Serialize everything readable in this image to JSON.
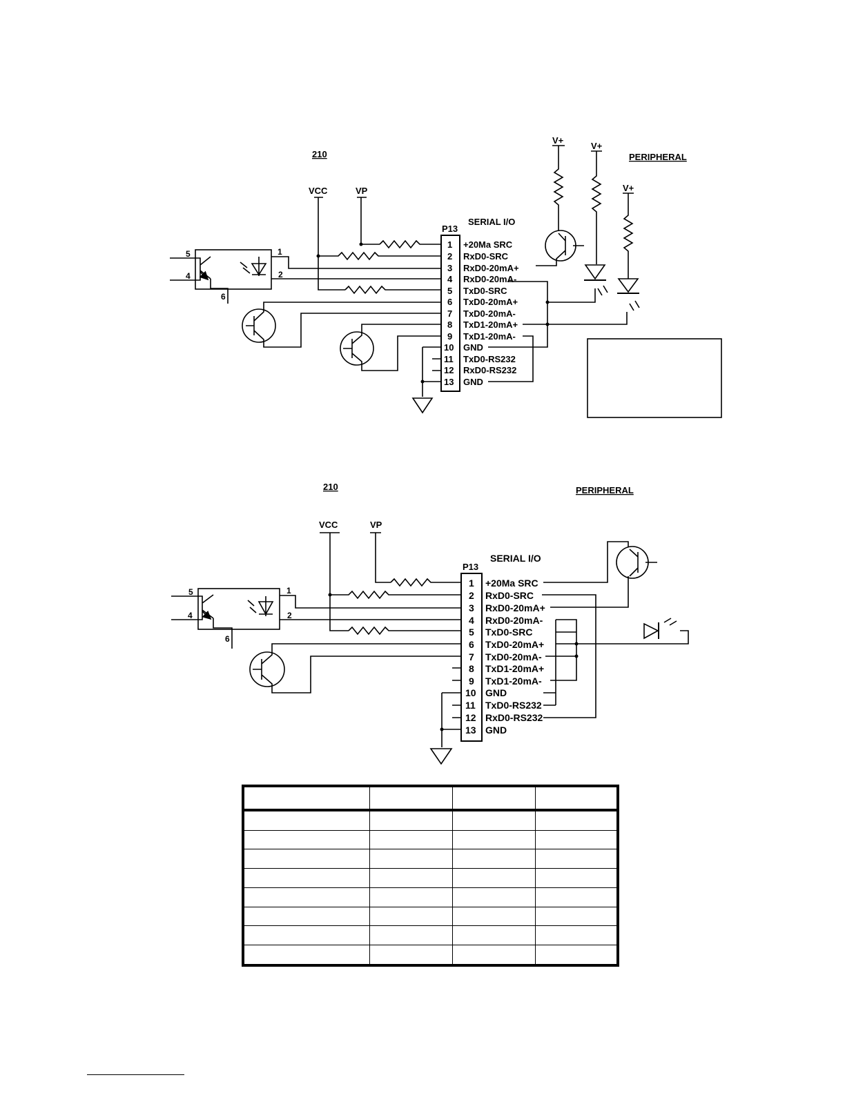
{
  "diagram_top": {
    "board_label": "210",
    "peripheral_label": "PERIPHERAL",
    "vcc_label": "VCC",
    "vp_label": "VP",
    "connector_label": "P13",
    "serial_label": "SERIAL I/O",
    "vplus_labels": [
      "V+",
      "V+",
      "V+"
    ],
    "opto_pins": [
      "5",
      "4",
      "6",
      "1",
      "2"
    ],
    "pins": [
      {
        "num": "1",
        "name": "+20Ma SRC"
      },
      {
        "num": "2",
        "name": "RxD0-SRC"
      },
      {
        "num": "3",
        "name": "RxD0-20mA+"
      },
      {
        "num": "4",
        "name": "RxD0-20mA-"
      },
      {
        "num": "5",
        "name": "TxD0-SRC"
      },
      {
        "num": "6",
        "name": "TxD0-20mA+"
      },
      {
        "num": "7",
        "name": "TxD0-20mA-"
      },
      {
        "num": "8",
        "name": "TxD1-20mA+"
      },
      {
        "num": "9",
        "name": "TxD1-20mA-"
      },
      {
        "num": "10",
        "name": "GND"
      },
      {
        "num": "11",
        "name": "TxD0-RS232"
      },
      {
        "num": "12",
        "name": "RxD0-RS232"
      },
      {
        "num": "13",
        "name": "GND"
      }
    ]
  },
  "diagram_bottom": {
    "board_label": "210",
    "peripheral_label": "PERIPHERAL",
    "vcc_label": "VCC",
    "vp_label": "VP",
    "connector_label": "P13",
    "serial_label": "SERIAL I/O",
    "opto_pins": [
      "5",
      "4",
      "6",
      "1",
      "2"
    ],
    "pins": [
      {
        "num": "1",
        "name": "+20Ma SRC"
      },
      {
        "num": "2",
        "name": "RxD0-SRC"
      },
      {
        "num": "3",
        "name": "RxD0-20mA+"
      },
      {
        "num": "4",
        "name": "RxD0-20mA-"
      },
      {
        "num": "5",
        "name": "TxD0-SRC"
      },
      {
        "num": "6",
        "name": "TxD0-20mA+"
      },
      {
        "num": "7",
        "name": "TxD0-20mA-"
      },
      {
        "num": "8",
        "name": "TxD1-20mA+"
      },
      {
        "num": "9",
        "name": "TxD1-20mA-"
      },
      {
        "num": "10",
        "name": "GND"
      },
      {
        "num": "11",
        "name": "TxD0-RS232"
      },
      {
        "num": "12",
        "name": "RxD0-RS232"
      },
      {
        "num": "13",
        "name": "GND"
      }
    ]
  },
  "table": {
    "rows": 9,
    "cols": 4
  }
}
